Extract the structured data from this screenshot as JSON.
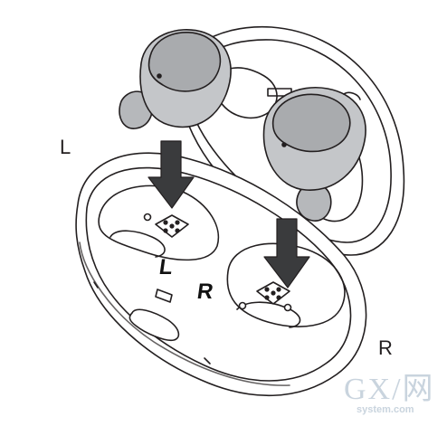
{
  "labels": {
    "left": "L",
    "right": "R"
  },
  "case": {
    "slot_left_mark": "L",
    "slot_right_mark": "R"
  },
  "colors": {
    "line": "#231f20",
    "earbud_fill": "#b6b8bb",
    "arrow_fill": "#3a3b3d"
  },
  "watermark": {
    "main": "GX/网",
    "sub": "system.com"
  }
}
